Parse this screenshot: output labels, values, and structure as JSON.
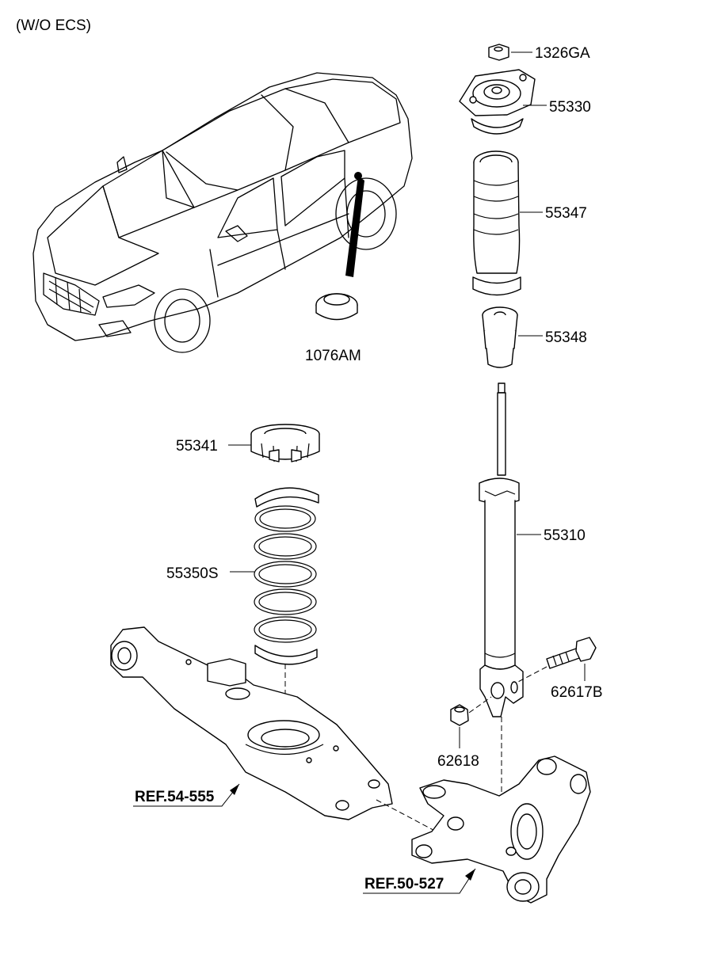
{
  "header": {
    "variant": "(W/O ECS)"
  },
  "callouts": {
    "nut_top": "1326GA",
    "insulator_mount": "55330",
    "dust_cover": "55347",
    "bumper_stopper": "55348",
    "plug": "1076AM",
    "spring_pad": "55341",
    "coil_spring": "55350S",
    "shock_absorber": "55310",
    "bolt": "62617B",
    "nut_lower": "62618"
  },
  "references": {
    "lower_arm": "REF.54-555",
    "knuckle": "REF.50-527"
  }
}
